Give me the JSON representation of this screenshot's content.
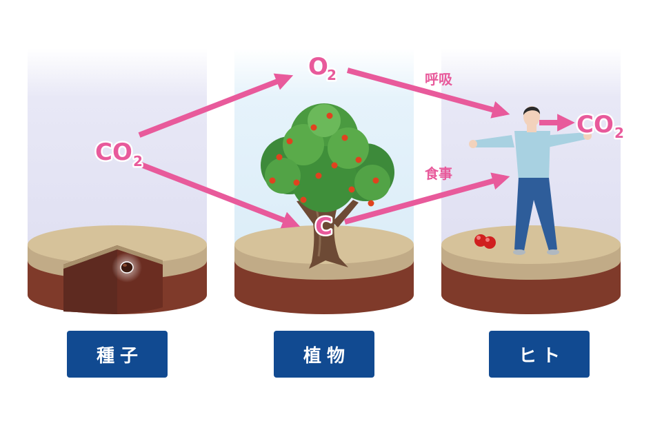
{
  "labels": {
    "co2_left": "CO",
    "co2_left_sub": "2",
    "o2": "O",
    "o2_sub": "2",
    "carbon": "C",
    "co2_right": "CO",
    "co2_right_sub": "2",
    "respiration": "呼吸",
    "meal": "食事"
  },
  "stages": [
    {
      "label": "種子"
    },
    {
      "label": "植物"
    },
    {
      "label": "ヒト"
    }
  ],
  "colors": {
    "arrow": "#e85a9b",
    "label_bg": "#114a91",
    "soil": "#7f3a2a",
    "ground_top": "#d6c29a"
  }
}
